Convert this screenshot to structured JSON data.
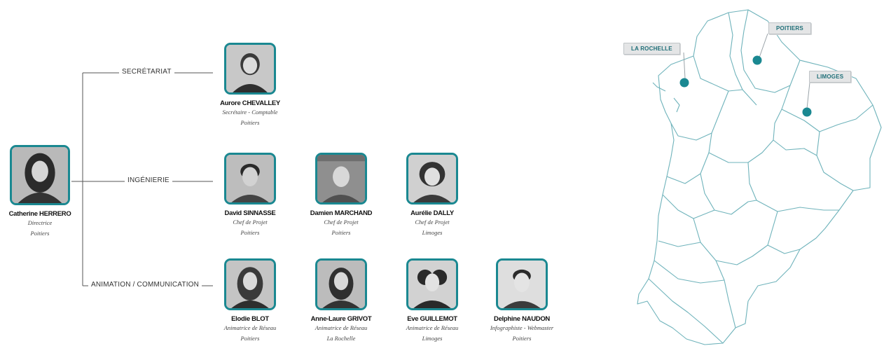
{
  "org": {
    "director": {
      "name": "Catherine HERRERO",
      "role": "Directrice",
      "city": "Poitiers"
    },
    "branches": {
      "secretariat": "SECRÉTARIAT",
      "ingenierie": "INGÉNIERIE",
      "animation": "ANIMATION / COMMUNICATION"
    },
    "secretariat": [
      {
        "name": "Aurore CHEVALLEY",
        "role": "Secrétaire - Comptable",
        "city": "Poitiers"
      }
    ],
    "ingenierie": [
      {
        "name": "David SINNASSE",
        "role": "Chef de Projet",
        "city": "Poitiers"
      },
      {
        "name": "Damien MARCHAND",
        "role": "Chef de Projet",
        "city": "Poitiers"
      },
      {
        "name": "Aurélie DALLY",
        "role": "Chef de Projet",
        "city": "Limoges"
      }
    ],
    "animation": [
      {
        "name": "Elodie BLOT",
        "role": "Animatrice de Réseau",
        "city": "Poitiers"
      },
      {
        "name": "Anne-Laure GRIVOT",
        "role": "Animatrice de Réseau",
        "city": "La Rochelle"
      },
      {
        "name": "Eve GUILLEMOT",
        "role": "Animatrice de Réseau",
        "city": "Limoges"
      },
      {
        "name": "Delphine NAUDON",
        "role": "Infographiste - Webmaster",
        "city": "Poitiers"
      }
    ]
  },
  "map": {
    "offices": [
      "POITIERS",
      "LA ROCHELLE",
      "LIMOGES"
    ],
    "colors": {
      "accent": "#1a8891",
      "outline": "#6fb3bb",
      "tag_bg": "#e4e5e6"
    }
  }
}
